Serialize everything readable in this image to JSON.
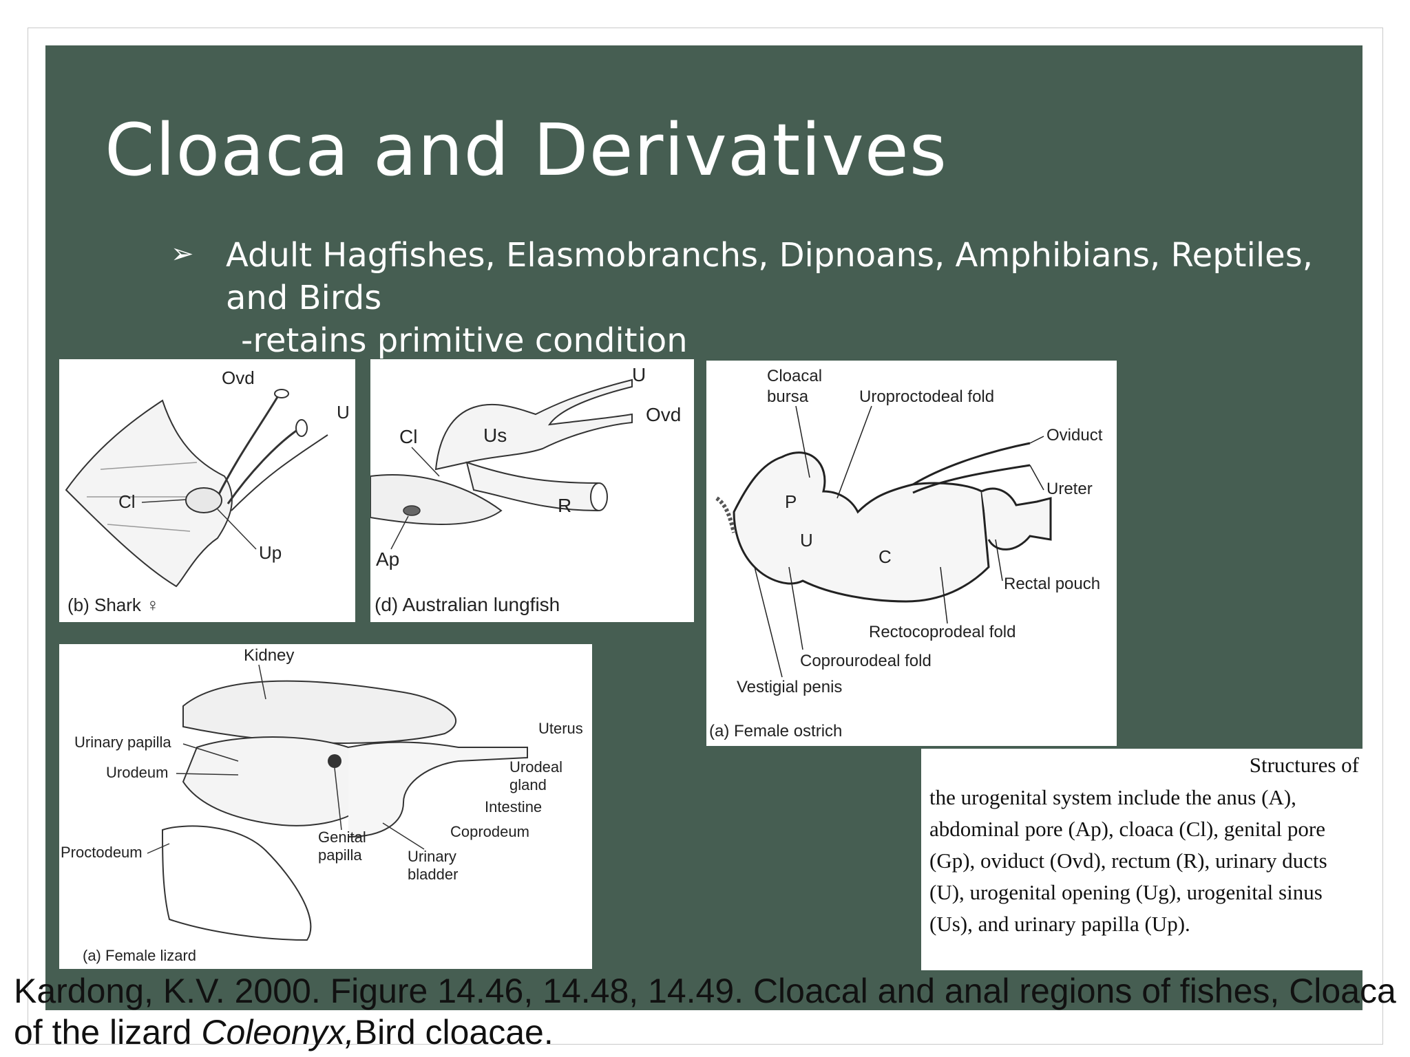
{
  "slide": {
    "title": "Cloaca and Derivatives",
    "bullet_marker": "➢",
    "bullet_text": "Adult Hagfishes, Elasmobranchs, Dipnoans, Amphibians, Reptiles, and Birds",
    "sub_text": "-retains primitive condition"
  },
  "figures": {
    "shark": {
      "caption": "(b) Shark ♀",
      "labels": {
        "ovd": "Ovd",
        "u": "U",
        "cl": "Cl",
        "up": "Up"
      }
    },
    "lungfish": {
      "caption": "(d) Australian lungfish",
      "labels": {
        "u": "U",
        "ovd": "Ovd",
        "cl": "Cl",
        "us": "Us",
        "r": "R",
        "ap": "Ap"
      }
    },
    "ostrich": {
      "caption": "(a) Female ostrich",
      "labels": {
        "cloacal_bursa_1": "Cloacal",
        "cloacal_bursa_2": "bursa",
        "uroproctodeal": "Uroproctodeal fold",
        "oviduct": "Oviduct",
        "ureter": "Ureter",
        "p": "P",
        "u": "U",
        "c": "C",
        "rectal_pouch": "Rectal pouch",
        "rectocoprodeal": "Rectocoprodeal fold",
        "coprourodeal": "Coprourodeal fold",
        "vestigial_penis": "Vestigial penis"
      }
    },
    "lizard": {
      "caption": "(a) Female lizard",
      "labels": {
        "kidney": "Kidney",
        "uterus": "Uterus",
        "urinary_papilla": "Urinary papilla",
        "urodeum": "Urodeum",
        "urodeal_gland_1": "Urodeal",
        "urodeal_gland_2": "gland",
        "intestine": "Intestine",
        "coprodeum": "Coprodeum",
        "proctodeum": "Proctodeum",
        "genital_papilla_1": "Genital",
        "genital_papilla_2": "papilla",
        "urinary_bladder_1": "Urinary",
        "urinary_bladder_2": "bladder"
      }
    }
  },
  "caption_box": {
    "heading": "Structures of",
    "body": "the urogenital system include the anus (A), abdominal pore (Ap), cloaca (Cl), genital pore (Gp), oviduct (Ovd), rectum (R), urinary ducts (U), urogenital opening (Ug), urogenital sinus (Us), and urinary papilla (Up)."
  },
  "citation": {
    "part1": "Kardong, K.V. 2000. Figure 14.46, 14.48, 14.49. Cloacal and anal regions of fishes, Cloaca of the lizard ",
    "italic": "Coleonyx,",
    "part2": "Bird cloacae."
  }
}
